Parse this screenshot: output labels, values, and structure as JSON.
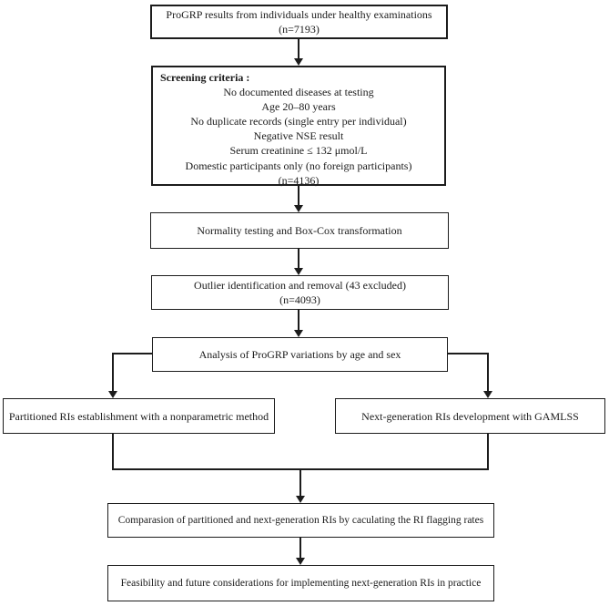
{
  "figure": {
    "type": "flowchart",
    "background_color": "#ffffff",
    "line_color": "#1c1c1c",
    "text_color": "#1a1a1a"
  },
  "boxes": {
    "source": {
      "line1": "ProGRP results from individuals under healthy examinations",
      "line2": "(n=7193)"
    },
    "screening": {
      "heading": "Screening criteria :",
      "items": [
        "No documented diseases at testing",
        "Age 20–80 years",
        "No duplicate records (single entry per individual)",
        "Negative NSE result",
        "Serum creatinine ≤ 132 μmol/L",
        "Domestic participants only (no foreign participants)",
        "(n=4136)"
      ]
    },
    "normality": {
      "line1": "Normality testing and Box-Cox transformation"
    },
    "outlier": {
      "line1": "Outlier identification and removal (43 excluded)",
      "line2": "(n=4093)"
    },
    "analysis": {
      "line1": "Analysis of ProGRP variations by age and sex"
    },
    "partitioned": {
      "line1": "Partitioned RIs establishment with a nonparametric method"
    },
    "nextgen": {
      "line1": "Next-generation RIs development with GAMLSS"
    },
    "comparison": {
      "line1": "Comparasion of partitioned and next-generation RIs by caculating the RI flagging rates"
    },
    "feasibility": {
      "line1": "Feasibility and future considerations for implementing next-generation RIs in practice"
    }
  }
}
